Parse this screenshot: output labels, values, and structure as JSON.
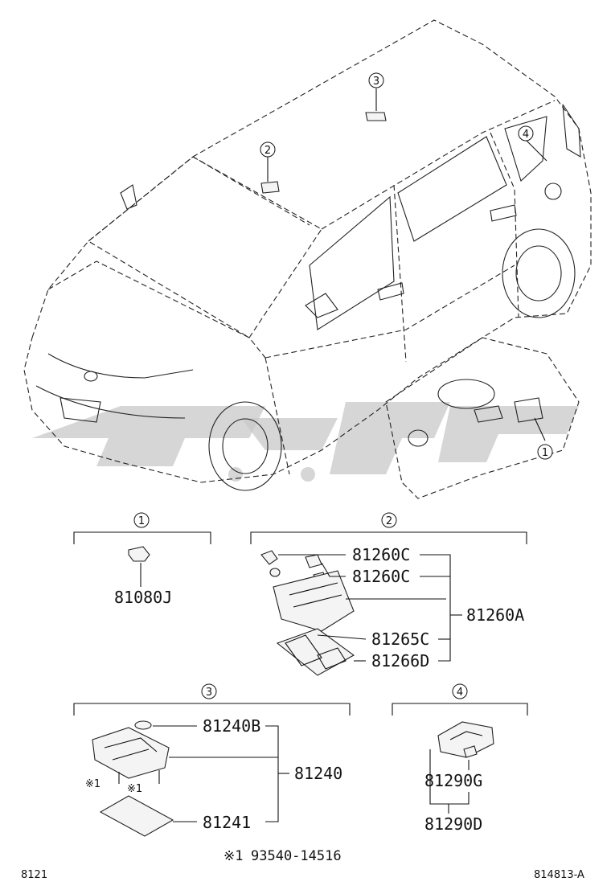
{
  "callouts": {
    "c1": "1",
    "c2": "2",
    "c3": "3",
    "c4": "4"
  },
  "group1": {
    "parts": [
      "81080J"
    ]
  },
  "group2": {
    "parts": [
      "81260C",
      "81260C",
      "81265C",
      "81266D"
    ],
    "assembly": "81260A"
  },
  "group3": {
    "parts": [
      "81240B",
      "81241"
    ],
    "assembly": "81240",
    "screw_mark": "※1"
  },
  "group4": {
    "parts": [
      "81290G"
    ],
    "assembly": "81290D"
  },
  "footnote": {
    "mark": "※1",
    "part": "93540-14516"
  },
  "footer": {
    "left": "8121",
    "right": "814813-A"
  }
}
